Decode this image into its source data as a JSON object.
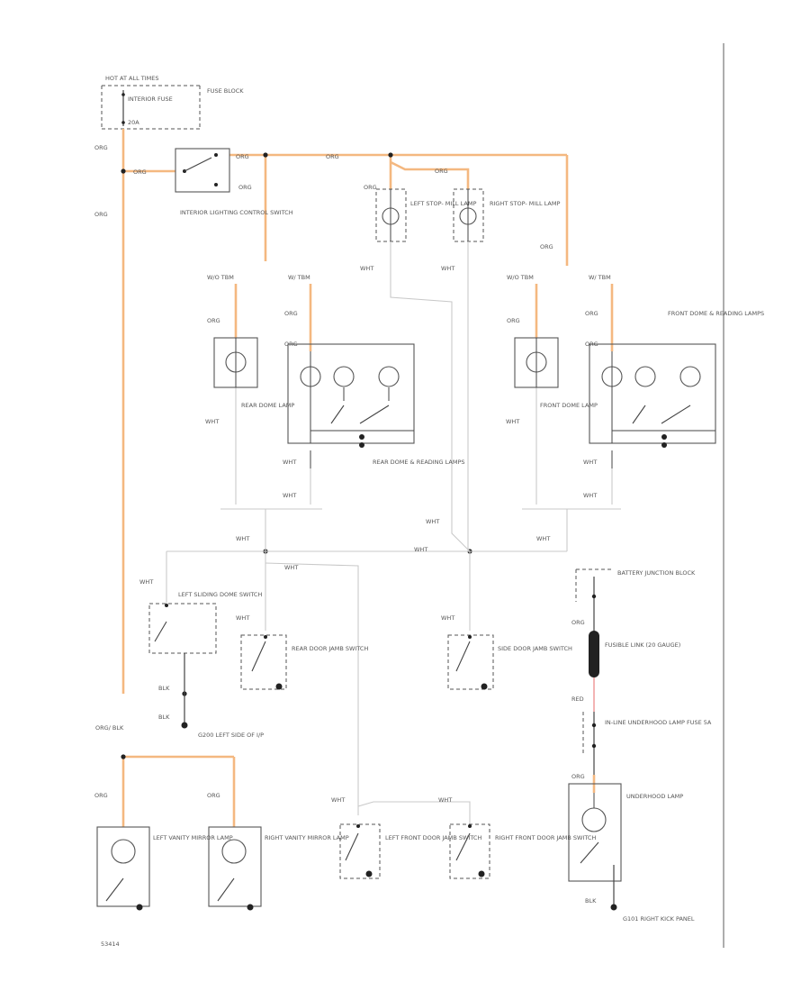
{
  "labels": {
    "hot_at_all_times": "HOT AT ALL TIMES",
    "fuse_block": "FUSE BLOCK",
    "interior_fuse": "INTERIOR FUSE",
    "fuse_amp": "20A",
    "org": "ORG",
    "wht": "WHT",
    "blk": "BLK",
    "red": "RED",
    "org_blk": "ORG/ BLK",
    "interior_lighting_control_switch": "INTERIOR LIGHTING CONTROL SWITCH",
    "left_stop_mill_lamp": "LEFT STOP- MILL LAMP",
    "right_stop_mill_lamp": "RIGHT STOP- MILL LAMP",
    "w_o_tbm_left": "W/O TBM",
    "w_tbm_left": "W/ TBM",
    "w_o_tbm_right": "W/O TBM",
    "w_tbm_right": "W/ TBM",
    "rear_dome_lamp": "REAR DOME LAMP",
    "rear_dome_reading_lamps": "REAR DOME & READING LAMPS",
    "front_dome_lamp": "FRONT DOME LAMP",
    "front_dome_reading_lamps": "FRONT DOME & READING LAMPS",
    "left_sliding_dome_switch": "LEFT SLIDING DOME SWITCH",
    "rear_door_jamb_switch": "REAR DOOR JAMB SWITCH",
    "side_door_jamb_switch": "SIDE DOOR JAMB SWITCH",
    "battery_junction_block": "BATTERY JUNCTION BLOCK",
    "fusible_link": "FUSIBLE LINK (20 GAUGE)",
    "in_line_underhood_lamp_fuse": "IN-LINE UNDERHOOD LAMP FUSE 5A",
    "g200_left_side_ip": "G200 LEFT SIDE OF I/P",
    "left_vanity_mirror_lamp": "LEFT VANITY MIRROR LAMP",
    "right_vanity_mirror_lamp": "RIGHT VANITY MIRROR LAMP",
    "left_front_door_jamb_switch": "LEFT FRONT DOOR JAMB SWITCH",
    "right_front_door_jamb_switch": "RIGHT FRONT DOOR JAMB SWITCH",
    "underhood_lamp": "UNDERHOOD LAMP",
    "g101_right_kick_panel": "G101 RIGHT KICK PANEL",
    "figure_code": "53414"
  }
}
